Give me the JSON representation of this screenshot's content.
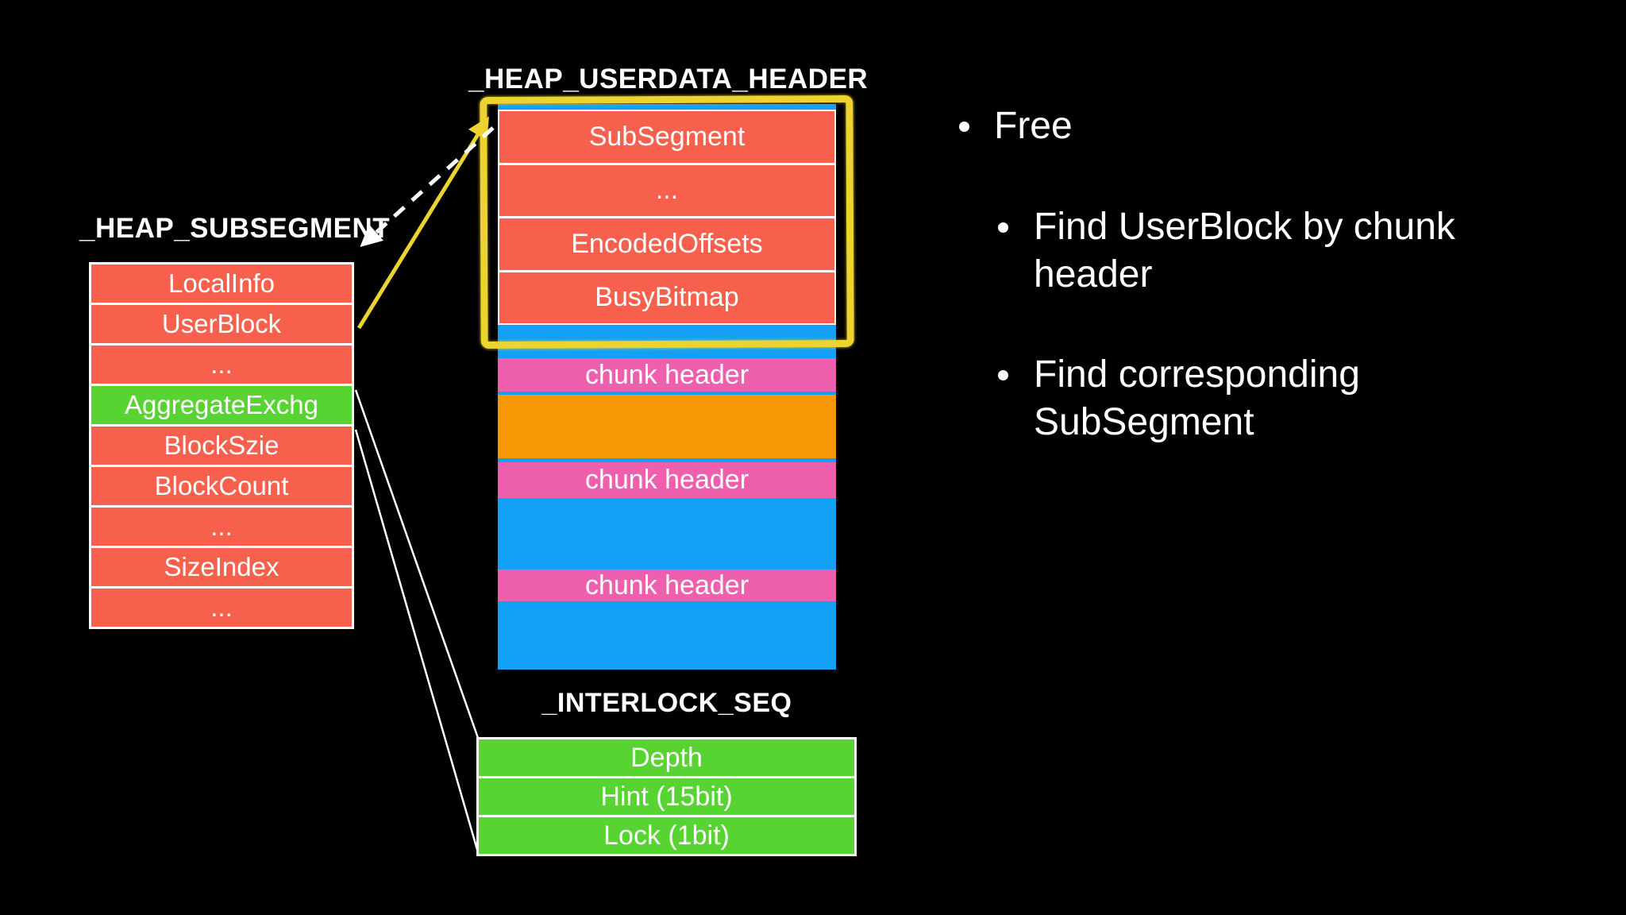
{
  "colors": {
    "background": "#000000",
    "red_block": "#F6604D",
    "green_block": "#57D431",
    "blue_block": "#12A1F4",
    "pink_block": "#EE5FAE",
    "orange_block": "#F99806",
    "yellow_highlight": "#EDD32F",
    "text": "#FFFFFF"
  },
  "subsegment": {
    "title": "_HEAP_SUBSEGMENT",
    "rows": [
      "LocalInfo",
      "UserBlock",
      "...",
      "AggregateExchg",
      "BlockSzie",
      "BlockCount",
      "...",
      "SizeIndex",
      "..."
    ]
  },
  "userdata": {
    "title": "_HEAP_USERDATA_HEADER",
    "rows": [
      "SubSegment",
      "...",
      "EncodedOffsets",
      "BusyBitmap"
    ]
  },
  "chunks": {
    "labels": [
      "chunk header",
      "chunk header",
      "chunk header"
    ]
  },
  "interlock": {
    "title": "_INTERLOCK_SEQ",
    "rows": [
      "Depth",
      "Hint (15bit)",
      "Lock (1bit)"
    ]
  },
  "bullets": {
    "level1": "Free",
    "sub": [
      "Find UserBlock by chunk header",
      "Find corresponding SubSegment"
    ]
  }
}
